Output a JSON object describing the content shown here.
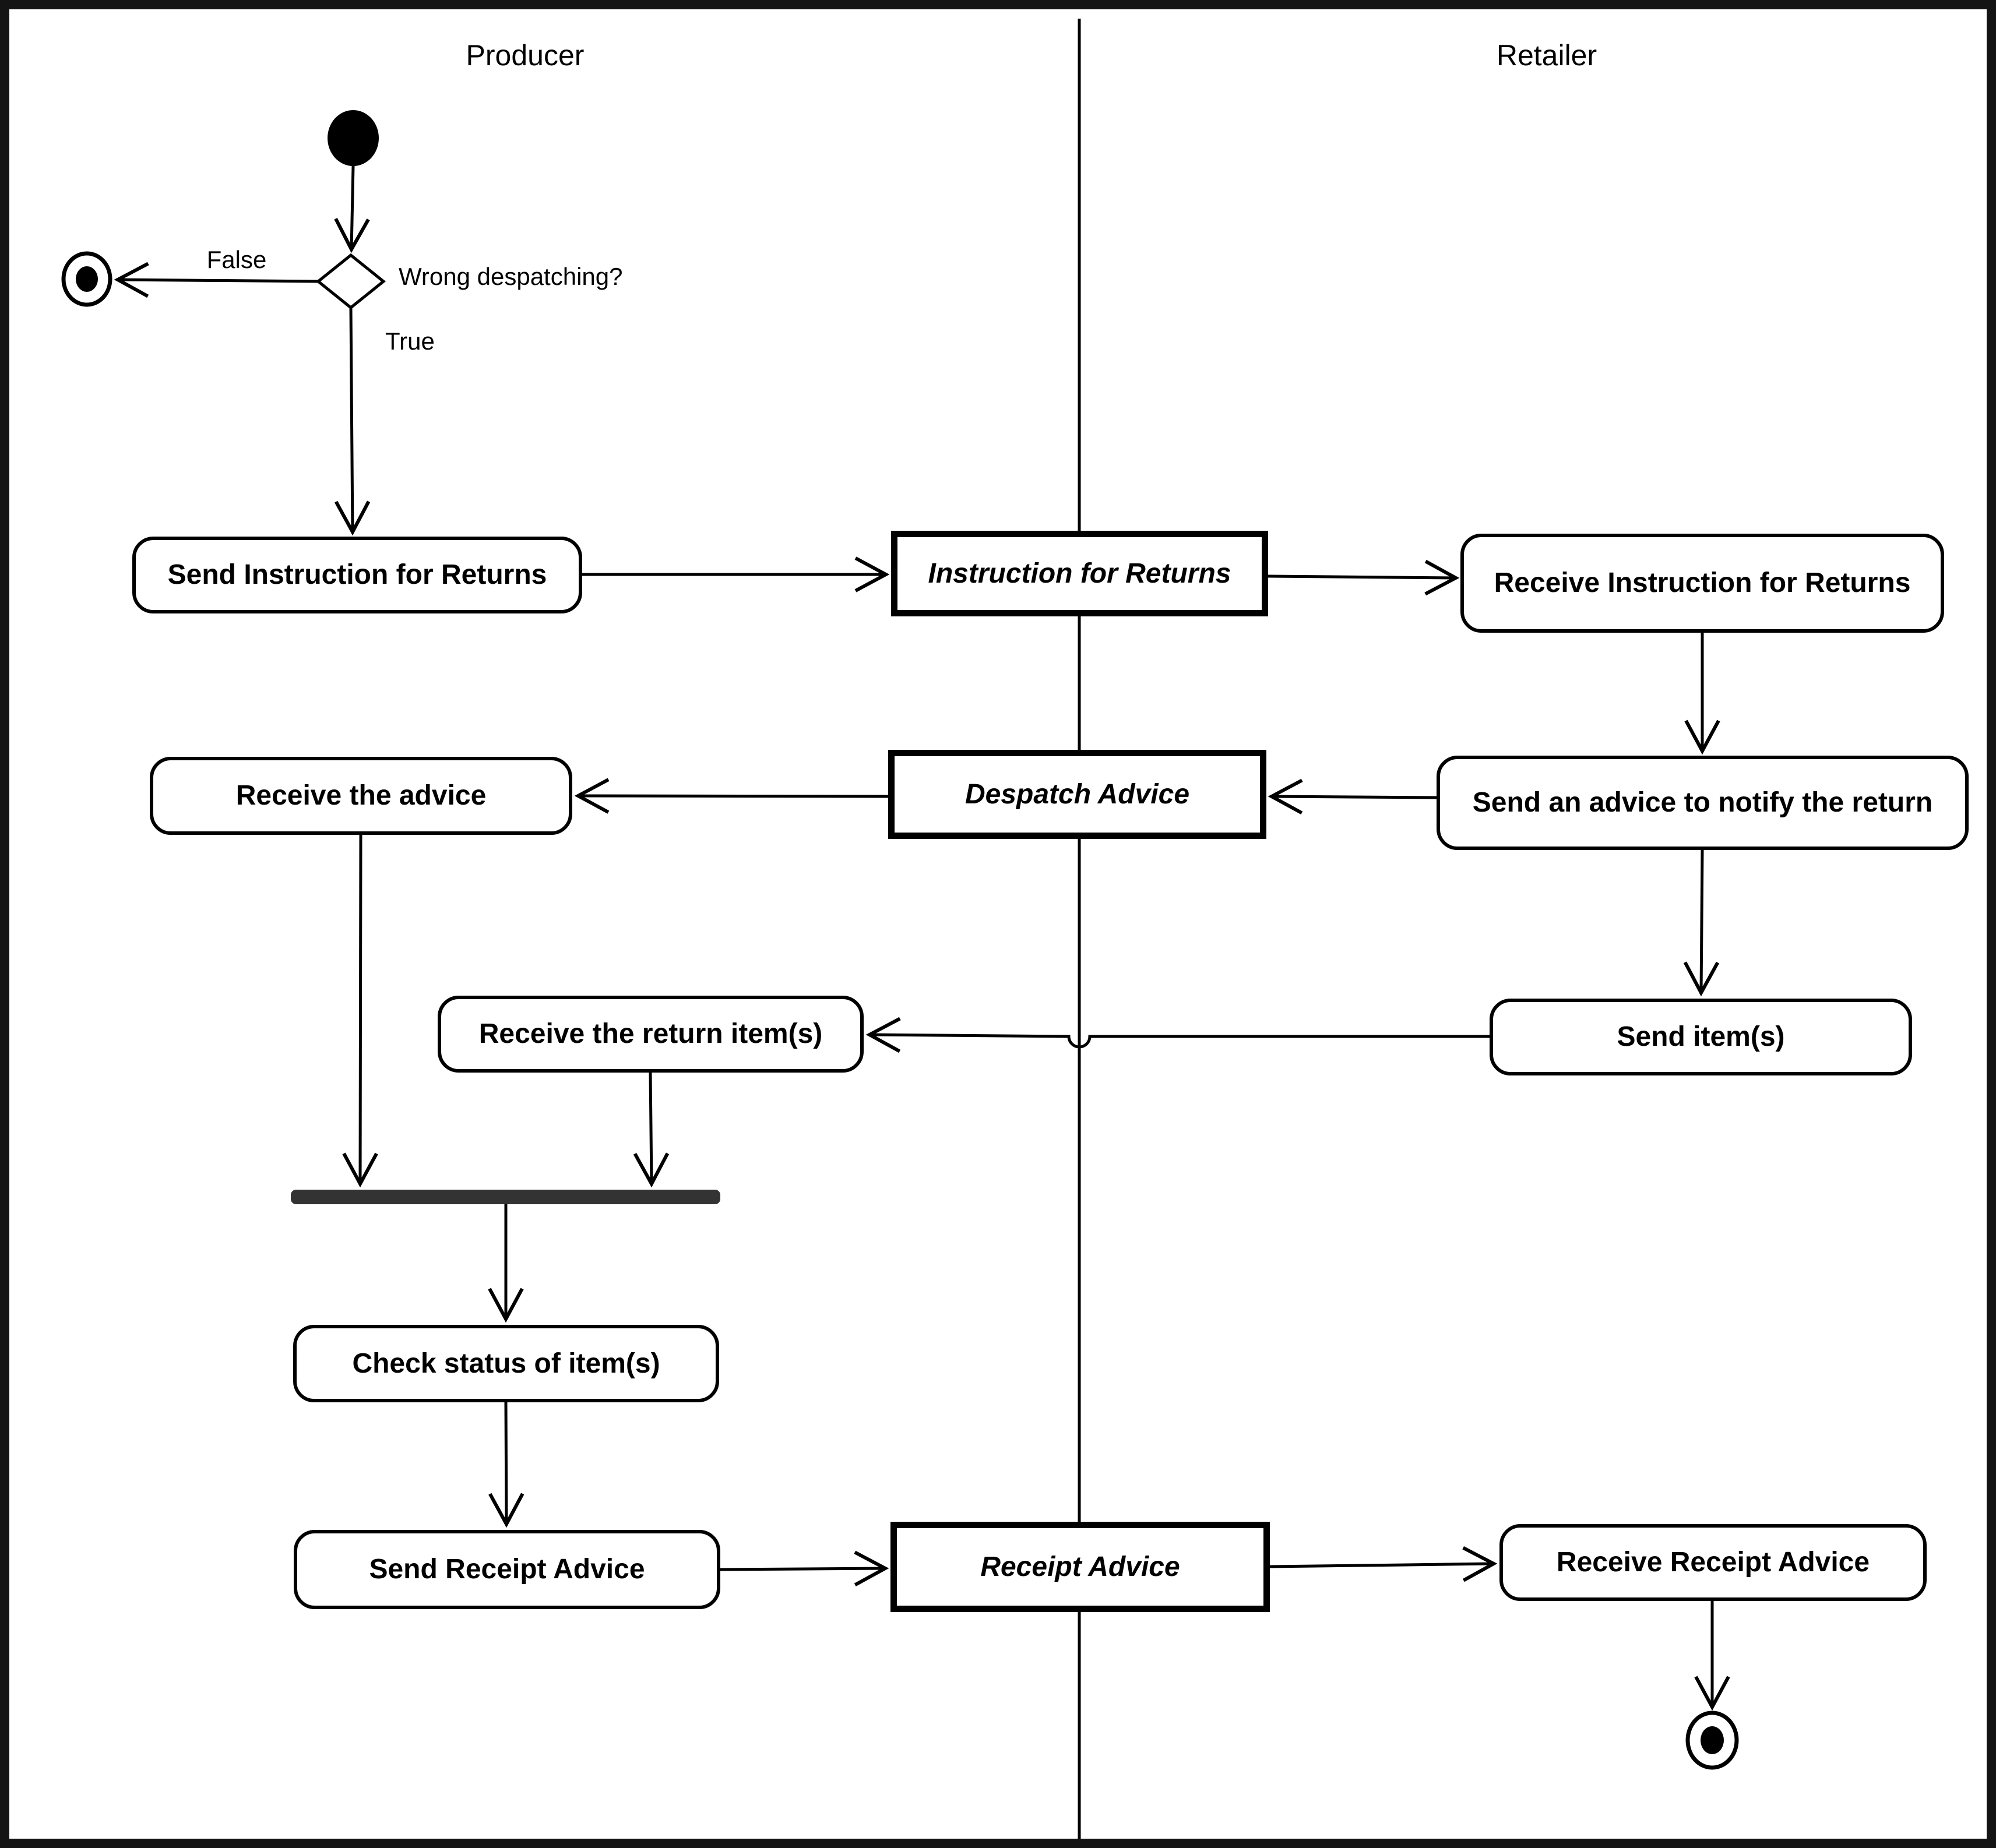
{
  "diagram": {
    "type": "uml-activity-diagram",
    "lanes": [
      {
        "title": "Producer"
      },
      {
        "title": "Retailer"
      }
    ],
    "decision": {
      "question": "Wrong despatching?",
      "false_label": "False",
      "true_label": "True"
    },
    "nodes": {
      "send_instruction": "Send Instruction for Returns",
      "instruction_object": "Instruction for Returns",
      "receive_instruction": "Receive Instruction for Returns",
      "receive_advice": "Receive the advice",
      "despatch_object": "Despatch Advice",
      "send_advice": "Send an advice to notify the return",
      "receive_items": "Receive the return item(s)",
      "send_items": "Send item(s)",
      "check_status": "Check status of item(s)",
      "send_receipt": "Send Receipt Advice",
      "receipt_object": "Receipt Advice",
      "receive_receipt": "Receive Receipt Advice"
    },
    "colors": {
      "stroke": "#000000",
      "join_bar": "#333333",
      "background": "#ffffff"
    }
  }
}
